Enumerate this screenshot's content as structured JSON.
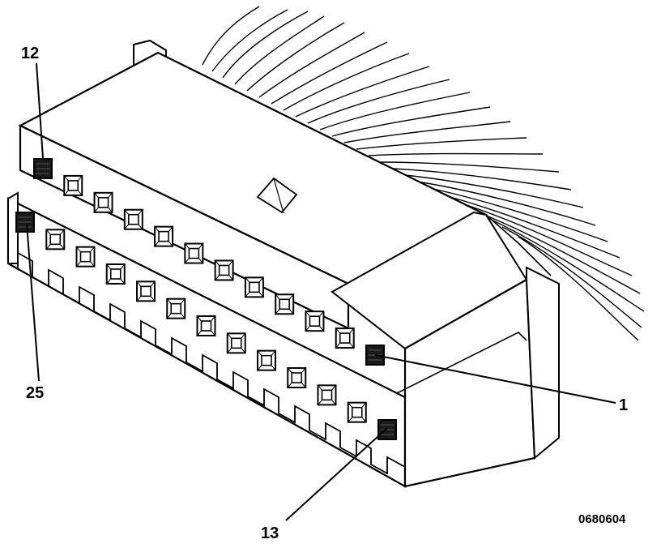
{
  "callouts": {
    "pin_12": "12",
    "pin_25": "25",
    "pin_1": "1",
    "pin_13": "13"
  },
  "figure_id": "0680604",
  "colors": {
    "ink": "#000000",
    "paper": "#ffffff",
    "marked_cavity": "#1a1a1a"
  },
  "connector": {
    "upper_row_cavities": 12,
    "lower_row_cavities": 13
  }
}
